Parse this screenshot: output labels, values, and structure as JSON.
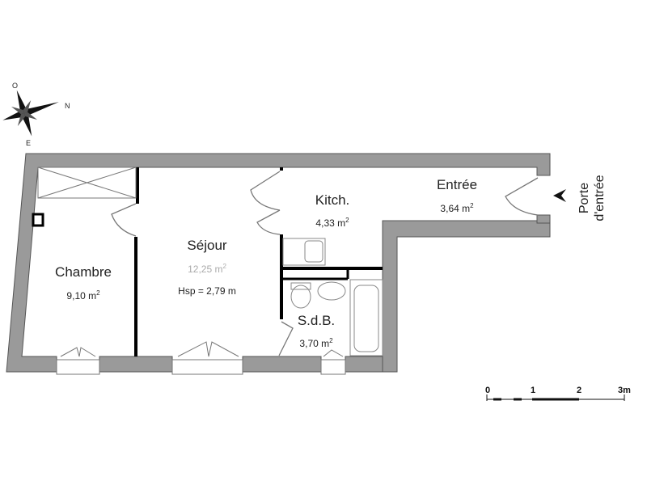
{
  "compass": {
    "north": "N",
    "west": "O",
    "east": "E"
  },
  "rooms": [
    {
      "name": "Chambre",
      "area": "9,10 m",
      "unit_sup": "2"
    },
    {
      "name": "Séjour",
      "area": "12,25 m",
      "unit_sup": "2",
      "height": "Hsp = 2,79 m"
    },
    {
      "name": "Kitch.",
      "area": "4,33 m",
      "unit_sup": "2"
    },
    {
      "name": "Entrée",
      "area": "3,64 m",
      "unit_sup": "2"
    },
    {
      "name": "S.d.B.",
      "area": "3,70 m",
      "unit_sup": "2"
    }
  ],
  "entrance": {
    "line1": "Porte",
    "line2": "d'entrée"
  },
  "scale": {
    "ticks": [
      "0",
      "1",
      "2",
      "3m"
    ]
  },
  "colors": {
    "wall": "#9a9a9a",
    "wall_outline": "#555555",
    "partition": "#000000"
  }
}
